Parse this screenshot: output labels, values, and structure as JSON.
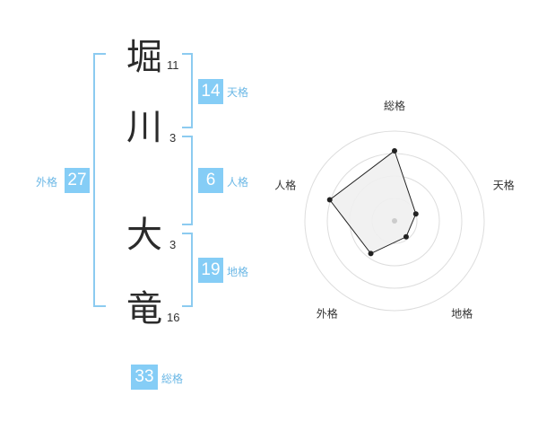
{
  "name": {
    "chars": [
      {
        "char": "堀",
        "strokes": "11"
      },
      {
        "char": "川",
        "strokes": "3"
      },
      {
        "char": "大",
        "strokes": "3"
      },
      {
        "char": "竜",
        "strokes": "16"
      }
    ]
  },
  "fortunes": {
    "tenkaku": {
      "value": "14",
      "label": "天格"
    },
    "jinkaku": {
      "value": "6",
      "label": "人格"
    },
    "chikaku": {
      "value": "19",
      "label": "地格"
    },
    "gaikaku": {
      "value": "27",
      "label": "外格"
    },
    "soukaku": {
      "value": "33",
      "label": "総格"
    }
  },
  "chart_data": {
    "type": "radar",
    "axes": [
      "総格",
      "天格",
      "地格",
      "外格",
      "人格"
    ],
    "values": [
      0.78,
      0.25,
      0.22,
      0.45,
      0.76
    ],
    "max": 1,
    "rings": 4,
    "grid": true,
    "colors": {
      "fill": "#f0f0f0",
      "line": "#222222",
      "grid": "#dddddd",
      "center": "#cccccc"
    }
  }
}
